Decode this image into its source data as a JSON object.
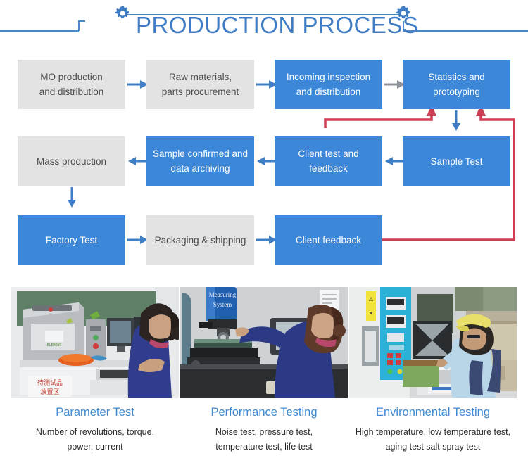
{
  "header": {
    "title": "PRODUCTION PROCESS",
    "accent_color": "#3f7cc4",
    "left_gear_icon": "gear-icon",
    "right_gear_icon": "gear-icon"
  },
  "colors": {
    "blue_box": "#3d87d8",
    "gray_box": "#e3e3e3",
    "blue_arrow": "#3d7ec4",
    "gray_arrow": "#8c9298",
    "red_loop": "#cf3e54",
    "caption_blue": "#3f8ad3"
  },
  "flow": {
    "rows": [
      {
        "row": 1,
        "nodes": [
          {
            "id": "mo-production",
            "label": "MO production\nand distribution",
            "line1": "MO production",
            "line2": "and distribution",
            "style": "gray"
          },
          {
            "id": "raw-materials",
            "label": "Raw materials,\nparts procurement",
            "line1": "Raw materials,",
            "line2": "parts procurement",
            "style": "gray"
          },
          {
            "id": "incoming-inspection",
            "label": "Incoming inspection\nand distribution",
            "line1": "Incoming inspection",
            "line2": "and distribution",
            "style": "blue"
          },
          {
            "id": "statistics-prototyping",
            "label": "Statistics and\nprototyping",
            "line1": "Statistics and",
            "line2": "prototyping",
            "style": "blue"
          }
        ]
      },
      {
        "row": 2,
        "nodes": [
          {
            "id": "mass-production",
            "label": "Mass production",
            "line1": "Mass production",
            "line2": "",
            "style": "gray"
          },
          {
            "id": "sample-confirmed",
            "label": "Sample confirmed and\ndata archiving",
            "line1": "Sample confirmed and",
            "line2": "data archiving",
            "style": "blue"
          },
          {
            "id": "client-test-feedback",
            "label": "Client test and\nfeedback",
            "line1": "Client test and",
            "line2": "feedback",
            "style": "blue"
          },
          {
            "id": "sample-test",
            "label": "Sample Test",
            "line1": "Sample Test",
            "line2": "",
            "style": "blue"
          }
        ]
      },
      {
        "row": 3,
        "nodes": [
          {
            "id": "factory-test",
            "label": "Factory Test",
            "line1": "Factory Test",
            "line2": "",
            "style": "blue"
          },
          {
            "id": "packaging-shipping",
            "label": "Packaging & shipping",
            "line1": "Packaging & shipping",
            "line2": "",
            "style": "gray"
          },
          {
            "id": "client-feedback",
            "label": "Client feedback",
            "line1": "Client feedback",
            "line2": "",
            "style": "blue"
          }
        ]
      }
    ],
    "connectors": [
      {
        "id": "mo-to-raw",
        "direction": "right",
        "color": "#3d7ec4"
      },
      {
        "id": "raw-to-incoming",
        "direction": "right",
        "color": "#3d7ec4"
      },
      {
        "id": "incoming-to-statistics",
        "direction": "right",
        "color": "#8c9298"
      },
      {
        "id": "statistics-to-sample-test",
        "direction": "down",
        "color": "#3d7ec4"
      },
      {
        "id": "sample-test-to-client-test",
        "direction": "left",
        "color": "#3d7ec4"
      },
      {
        "id": "client-test-to-sample-confirmed",
        "direction": "left",
        "color": "#3d7ec4"
      },
      {
        "id": "sample-confirmed-to-mass-production",
        "direction": "left",
        "color": "#3d7ec4"
      },
      {
        "id": "mass-production-to-factory-test",
        "direction": "down",
        "color": "#3d7ec4"
      },
      {
        "id": "factory-test-to-packaging",
        "direction": "right",
        "color": "#3d7ec4"
      },
      {
        "id": "packaging-to-client-feedback",
        "direction": "right",
        "color": "#3d7ec4"
      },
      {
        "id": "client-test-feedback-loop",
        "direction": "up",
        "color": "#cf3e54"
      },
      {
        "id": "client-feedback-loop",
        "direction": "up",
        "color": "#cf3e54"
      }
    ]
  },
  "cards": [
    {
      "id": "parameter-test",
      "title": "Parameter Test",
      "desc_line1": "Number of revolutions, torque,",
      "desc_line2": "power, current",
      "photo_name": "photo-parameter-test"
    },
    {
      "id": "performance-testing",
      "title": "Performance Testing",
      "desc_line1": "Noise test, pressure test,",
      "desc_line2": "temperature test, life test",
      "photo_name": "photo-performance-testing"
    },
    {
      "id": "environmental-testing",
      "title": "Environmental Testing",
      "desc_line1": "High temperature, low temperature test,",
      "desc_line2": "aging test salt spray test",
      "photo_name": "photo-environmental-testing"
    }
  ]
}
